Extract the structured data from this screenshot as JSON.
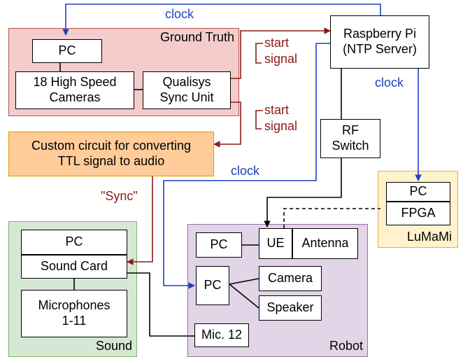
{
  "colors": {
    "clock": "#1f3fc4",
    "signal": "#8b1a1a",
    "ground_truth_fill": "#f4cccc",
    "ground_truth_border": "#b85450",
    "sound_fill": "#d5e8d4",
    "sound_border": "#82b366",
    "robot_fill": "#e1d5e7",
    "robot_border": "#9673a6",
    "lumami_fill": "#fff2cc",
    "lumami_border": "#d6b656",
    "converter_fill": "#ffcc99",
    "converter_border": "#d79b00"
  },
  "groups": {
    "ground_truth": "Ground Truth",
    "sound": "Sound",
    "robot": "Robot",
    "lumami": "LuMaMi"
  },
  "boxes": {
    "gt_pc": "PC",
    "cameras": "18 High Speed\nCameras",
    "qualisys": "Qualisys\nSync Unit",
    "raspberry": "Raspberry Pi\n(NTP Server)",
    "rf_switch": "RF\nSwitch",
    "converter": "Custom circuit for converting\nTTL signal to audio",
    "lumami_pc": "PC",
    "fpga": "FPGA",
    "sound_pc": "PC",
    "sound_card": "Sound Card",
    "microphones": "Microphones\n1-11",
    "robot_pc_top": "PC",
    "ue": "UE",
    "antenna": "Antenna",
    "robot_pc": "PC",
    "camera": "Camera",
    "speaker": "Speaker",
    "mic12": "Mic. 12"
  },
  "labels": {
    "clock_top": "clock",
    "clock_right": "clock",
    "clock_mid": "clock",
    "start_signal_top": "start\nsignal",
    "start_signal_bottom": "start\nsignal",
    "sync": "\"Sync\""
  }
}
